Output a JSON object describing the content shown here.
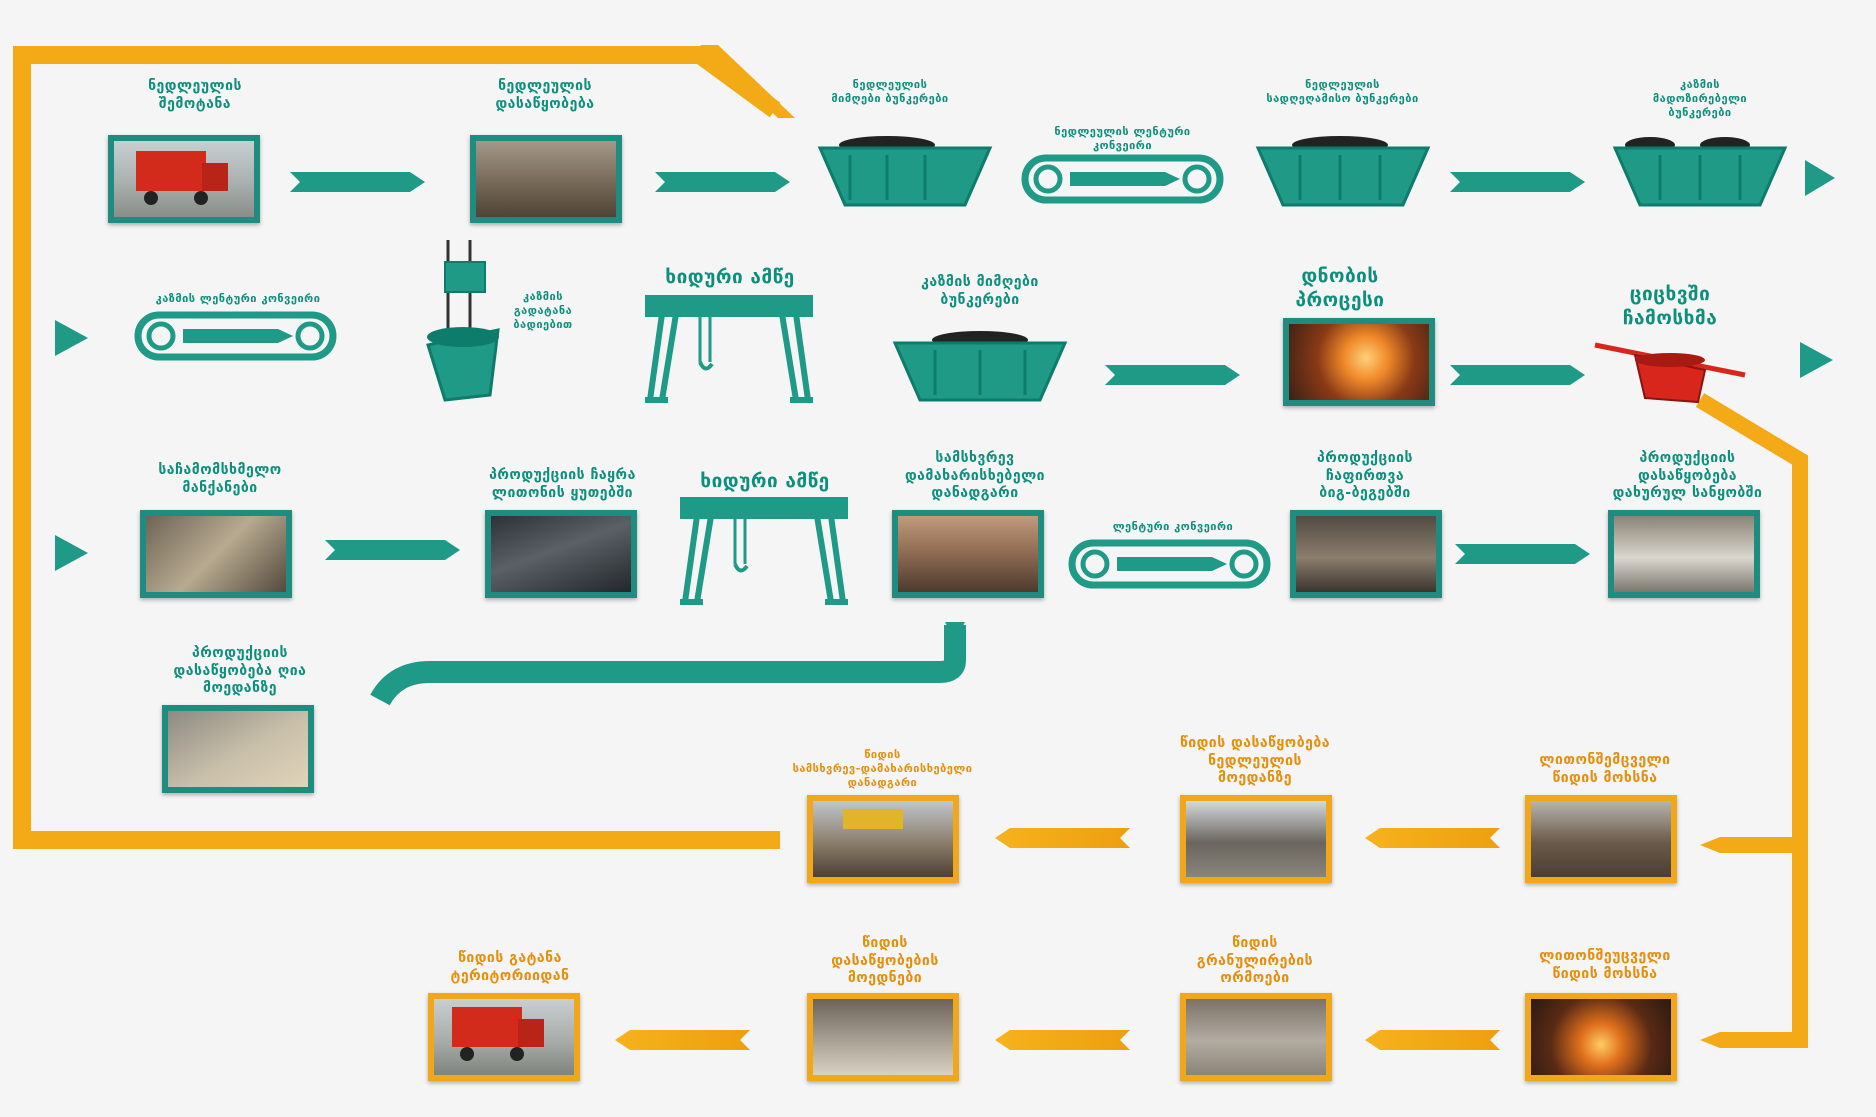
{
  "colors": {
    "teal": "#1e9a87",
    "teal_dark": "#0e7c6b",
    "orange": "#f0a81a",
    "orange_dark": "#e58e0c",
    "background": "#f4f5f4"
  },
  "row1": {
    "raw_import": [
      "ნედლეულის",
      "შემოტანა"
    ],
    "raw_storage": [
      "ნედლეულის",
      "დასაწყობება"
    ],
    "receiving_bunkers": [
      "ნედლეულის",
      "მიმღები ბუნკერები"
    ],
    "belt_conveyor": [
      "ნედლეულის ლენტური",
      "კონვეირი"
    ],
    "daily_bunkers": [
      "ნედლეულის",
      "სადღეღამისო ბუნკერები"
    ],
    "charge_bunkers": [
      "კაზმის",
      "მადოზირებელი",
      "ბუნკერები"
    ]
  },
  "row2": {
    "charge_conveyor": [
      "კაზმის ლენტური კონვეირი"
    ],
    "charge_ladle": [
      "კაზმის",
      "გადატანა",
      "ბადიებით"
    ],
    "crane": [
      "ხიდური ამწე"
    ],
    "charge_receiving": [
      "კაზმის მიმღები",
      "ბუნკერები"
    ],
    "smelting": [
      "დნობის",
      "პროცესი"
    ],
    "casting": [
      "ციცხვში",
      "ჩამოსხმა"
    ]
  },
  "row3": {
    "casting_machines": [
      "საჩამომსხმელო",
      "მანქანები"
    ],
    "product_casting": [
      "პროდუქციის ჩაყრა",
      "ლითონის ყუთებში"
    ],
    "crane": [
      "ხიდური ამწე"
    ],
    "crushing": [
      "სამსხვრევ",
      "დამახარისხებელი",
      "დანადგარი"
    ],
    "conveyor": [
      "ლენტური კონვეირი"
    ],
    "packing": [
      "პროდუქციის",
      "ჩაფირთვა",
      "ბიგ-ბეგებში"
    ],
    "closed_storage": [
      "პროდუქციის",
      "დასაწყობება",
      "დახურულ სანყობში"
    ]
  },
  "open_storage": [
    "პროდუქციის",
    "დასაწყობება ღია",
    "მოედანზე"
  ],
  "slag_row1": {
    "crusher": [
      "წიდის",
      "სამსხვრევ-დამახარისხებელი",
      "დანადგარი"
    ],
    "storage": [
      "წიდის დასაწყობება",
      "ნედლეულის",
      "მოედანზე"
    ],
    "collection": [
      "ლითონშემცველი",
      "წიდის მოხსნა"
    ]
  },
  "slag_row2": {
    "removal": [
      "წიდის გატანა",
      "ტერიტორიიდან"
    ],
    "storage": [
      "წიდის",
      "დასაწყობების",
      "მოედნები"
    ],
    "granulation": [
      "წიდის",
      "გრანულირების",
      "ორმოები"
    ],
    "collection": [
      "ლითონშეუცველი",
      "წიდის მოხსნა"
    ]
  },
  "icons": [
    "truck-photo-icon",
    "bunker-icon",
    "conveyor-icon",
    "crane-icon",
    "ladle-icon",
    "casting-ladle-icon",
    "arrow-icon"
  ]
}
